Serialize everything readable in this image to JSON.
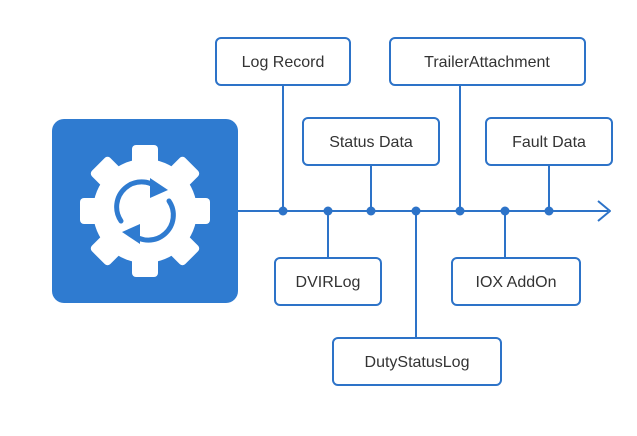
{
  "icon": "gear-sync-icon",
  "colors": {
    "accent": "#2d73c8",
    "icon_tile": "#2f7bd0",
    "text": "#333333",
    "background": "#ffffff"
  },
  "nodes": {
    "log_record": "Log Record",
    "trailer_attachment": "TrailerAttachment",
    "status_data": "Status Data",
    "fault_data": "Fault Data",
    "dvir_log": "DVIRLog",
    "iox_addon": "IOX AddOn",
    "duty_status_log": "DutyStatusLog"
  }
}
